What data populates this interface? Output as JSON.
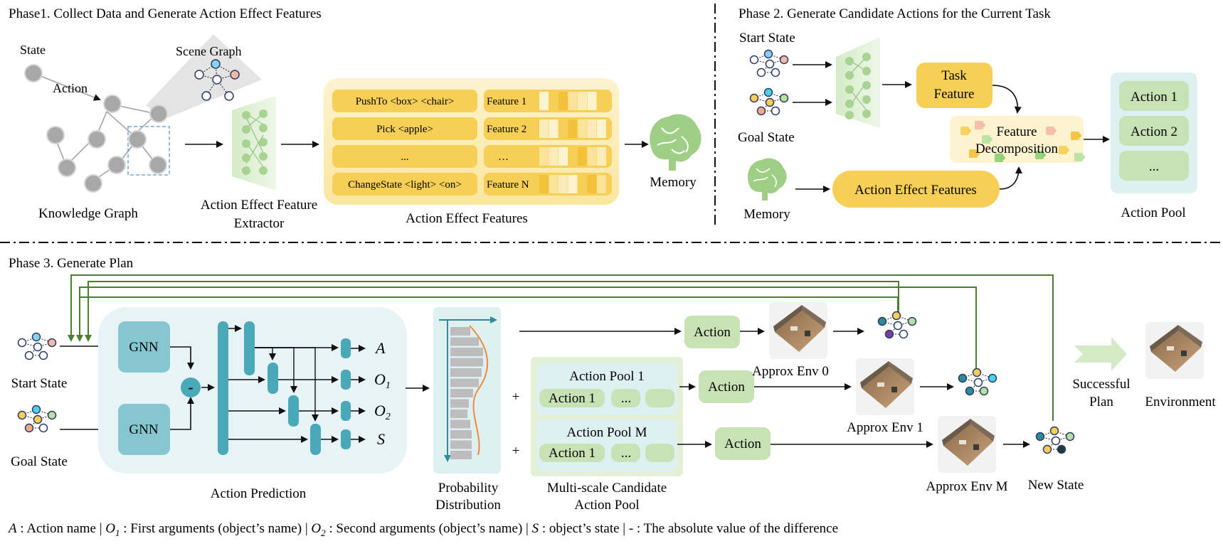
{
  "colors": {
    "gold": "#f7cf57",
    "gold_light": "#fdf0c4",
    "green_box": "#c9e2b5",
    "green_panel": "#e3f0d6",
    "teal": "#4aa9b8",
    "teal_light": "#86c6d1",
    "panel_blue": "#e7f3f6",
    "arrow_green": "#4a7f30",
    "node_gray": "#a8a8a8"
  },
  "phase1": {
    "title": "Phase1. Collect Data and Generate Action Effect Features",
    "state_label": "State",
    "action_label": "Action",
    "scene_graph_label": "Scene Graph",
    "knowledge_graph_label": "Knowledge Graph",
    "extractor_label_line1": "Action Effect Feature",
    "extractor_label_line2": "Extractor",
    "features_label": "Action Effect Features",
    "memory_label": "Memory",
    "rows": [
      {
        "action": "PushTo <box> <chair>",
        "feature": "Feature 1"
      },
      {
        "action": "Pick <apple>",
        "feature": "Feature 2"
      },
      {
        "action": "...",
        "feature": "…"
      },
      {
        "action": "ChangeState <light> <on>",
        "feature": "Feature N"
      }
    ]
  },
  "phase2": {
    "title": "Phase 2. Generate Candidate Actions for the Current Task",
    "start_state": "Start State",
    "goal_state": "Goal State",
    "task_feature_line1": "Task",
    "task_feature_line2": "Feature",
    "decomposition_line1": "Feature",
    "decomposition_line2": "Decomposition",
    "memory_label": "Memory",
    "effect_features": "Action Effect Features",
    "pool_items": [
      "Action 1",
      "Action 2",
      "..."
    ],
    "pool_label": "Action Pool"
  },
  "phase3": {
    "title": "Phase 3. Generate Plan",
    "start_state": "Start State",
    "goal_state": "Goal State",
    "gnn": "GNN",
    "minus": "-",
    "outputs": [
      "A",
      "O",
      "O",
      "S"
    ],
    "output_subs": [
      "",
      "1",
      "2",
      ""
    ],
    "action_prediction": "Action Prediction",
    "prob_line1": "Probability",
    "prob_line2": "Distribution",
    "plus": "+",
    "pool1_title": "Action Pool 1",
    "poolM_title": "Action Pool M",
    "pool_action1": "Action 1",
    "pool_dots": "...",
    "multi_line1": "Multi-scale Candidate",
    "multi_line2": "Action Pool",
    "action": "Action",
    "env0": "Approx Env 0",
    "env1": "Approx Env 1",
    "envM": "Approx Env M",
    "new_state": "New State",
    "successful_line1": "Successful",
    "successful_line2": "Plan",
    "environment": "Environment"
  },
  "legend": {
    "a_sym": "A",
    "a_text": " : Action name  |  ",
    "o1_sym": "O",
    "o1_sub": "1",
    "o1_text": " : First arguments (object’s name)  |  ",
    "o2_sym": "O",
    "o2_sub": "2",
    "o2_text": " : Second arguments (object’s name)  |  ",
    "s_sym": "S",
    "s_text": " : object’s state  |   -  : The absolute value of the difference"
  }
}
